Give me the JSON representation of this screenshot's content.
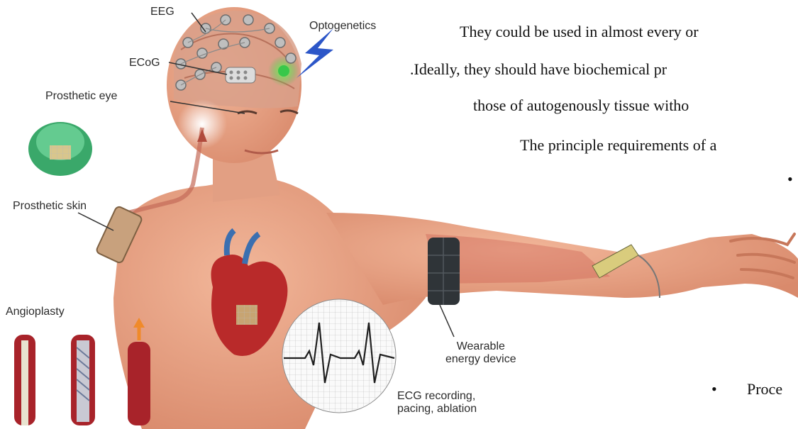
{
  "labels": {
    "eeg": "EEG",
    "ecog": "ECoG",
    "optogenetics": "Optogenetics",
    "prosthetic_eye": "Prosthetic eye",
    "prosthetic_skin": "Prosthetic skin",
    "angioplasty": "Angioplasty",
    "wearable_line1": "Wearable",
    "wearable_line2": "energy device",
    "ecg_line1": "ECG recording,",
    "ecg_line2": "pacing, ablation"
  },
  "body_text": {
    "line1": "They could be used in almost every or",
    "line2": ".Ideally, they should have biochemical pr",
    "line3": "those of autogenously tissue witho",
    "line4": "The principle requirements of a",
    "bullet_last": "Proce"
  },
  "colors": {
    "skin": "#e8a58a",
    "muscle": "#c9574a",
    "vessel": "#a8232a",
    "optogenetic_green": "#38c84a",
    "lightning": "#2c56c8",
    "device_dark": "#2f3438"
  }
}
